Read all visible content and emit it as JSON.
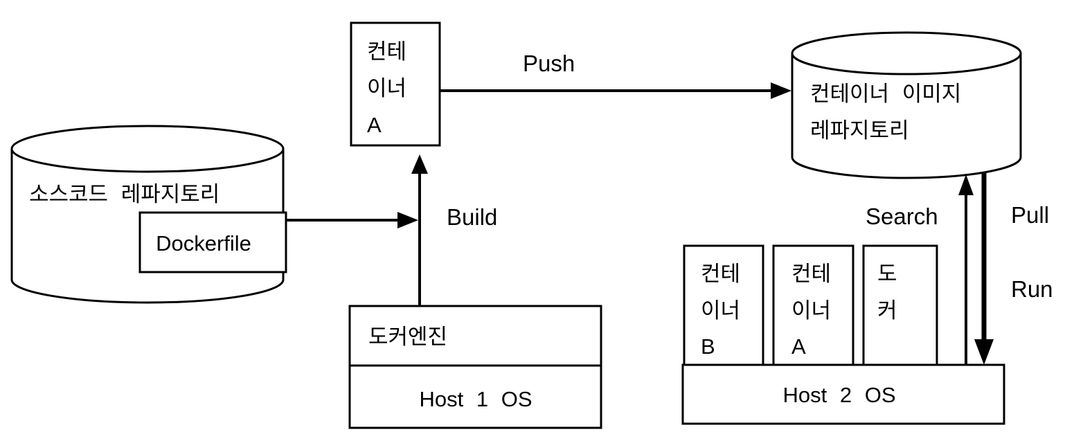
{
  "colors": {
    "stroke": "#000000",
    "text": "#000000",
    "background": "#ffffff"
  },
  "source_repo": {
    "label": "소스코드 레파지토리"
  },
  "dockerfile": {
    "label": "Dockerfile"
  },
  "container_a": {
    "lines": [
      "컨테",
      "이너",
      "A"
    ]
  },
  "image_repo": {
    "lines": [
      "컨테이너 이미지",
      "레파지토리"
    ]
  },
  "docker_engine": {
    "label": "도커엔진"
  },
  "host1": {
    "label": "Host 1 OS"
  },
  "host2": {
    "label": "Host 2 OS"
  },
  "container_b2": {
    "lines": [
      "컨테",
      "이너",
      "B"
    ]
  },
  "container_a2": {
    "lines": [
      "컨테",
      "이너",
      "A"
    ]
  },
  "docker_box": {
    "lines": [
      "도",
      "커"
    ]
  },
  "labels": {
    "push": "Push",
    "build": "Build",
    "search": "Search",
    "pull": "Pull",
    "run": "Run"
  }
}
